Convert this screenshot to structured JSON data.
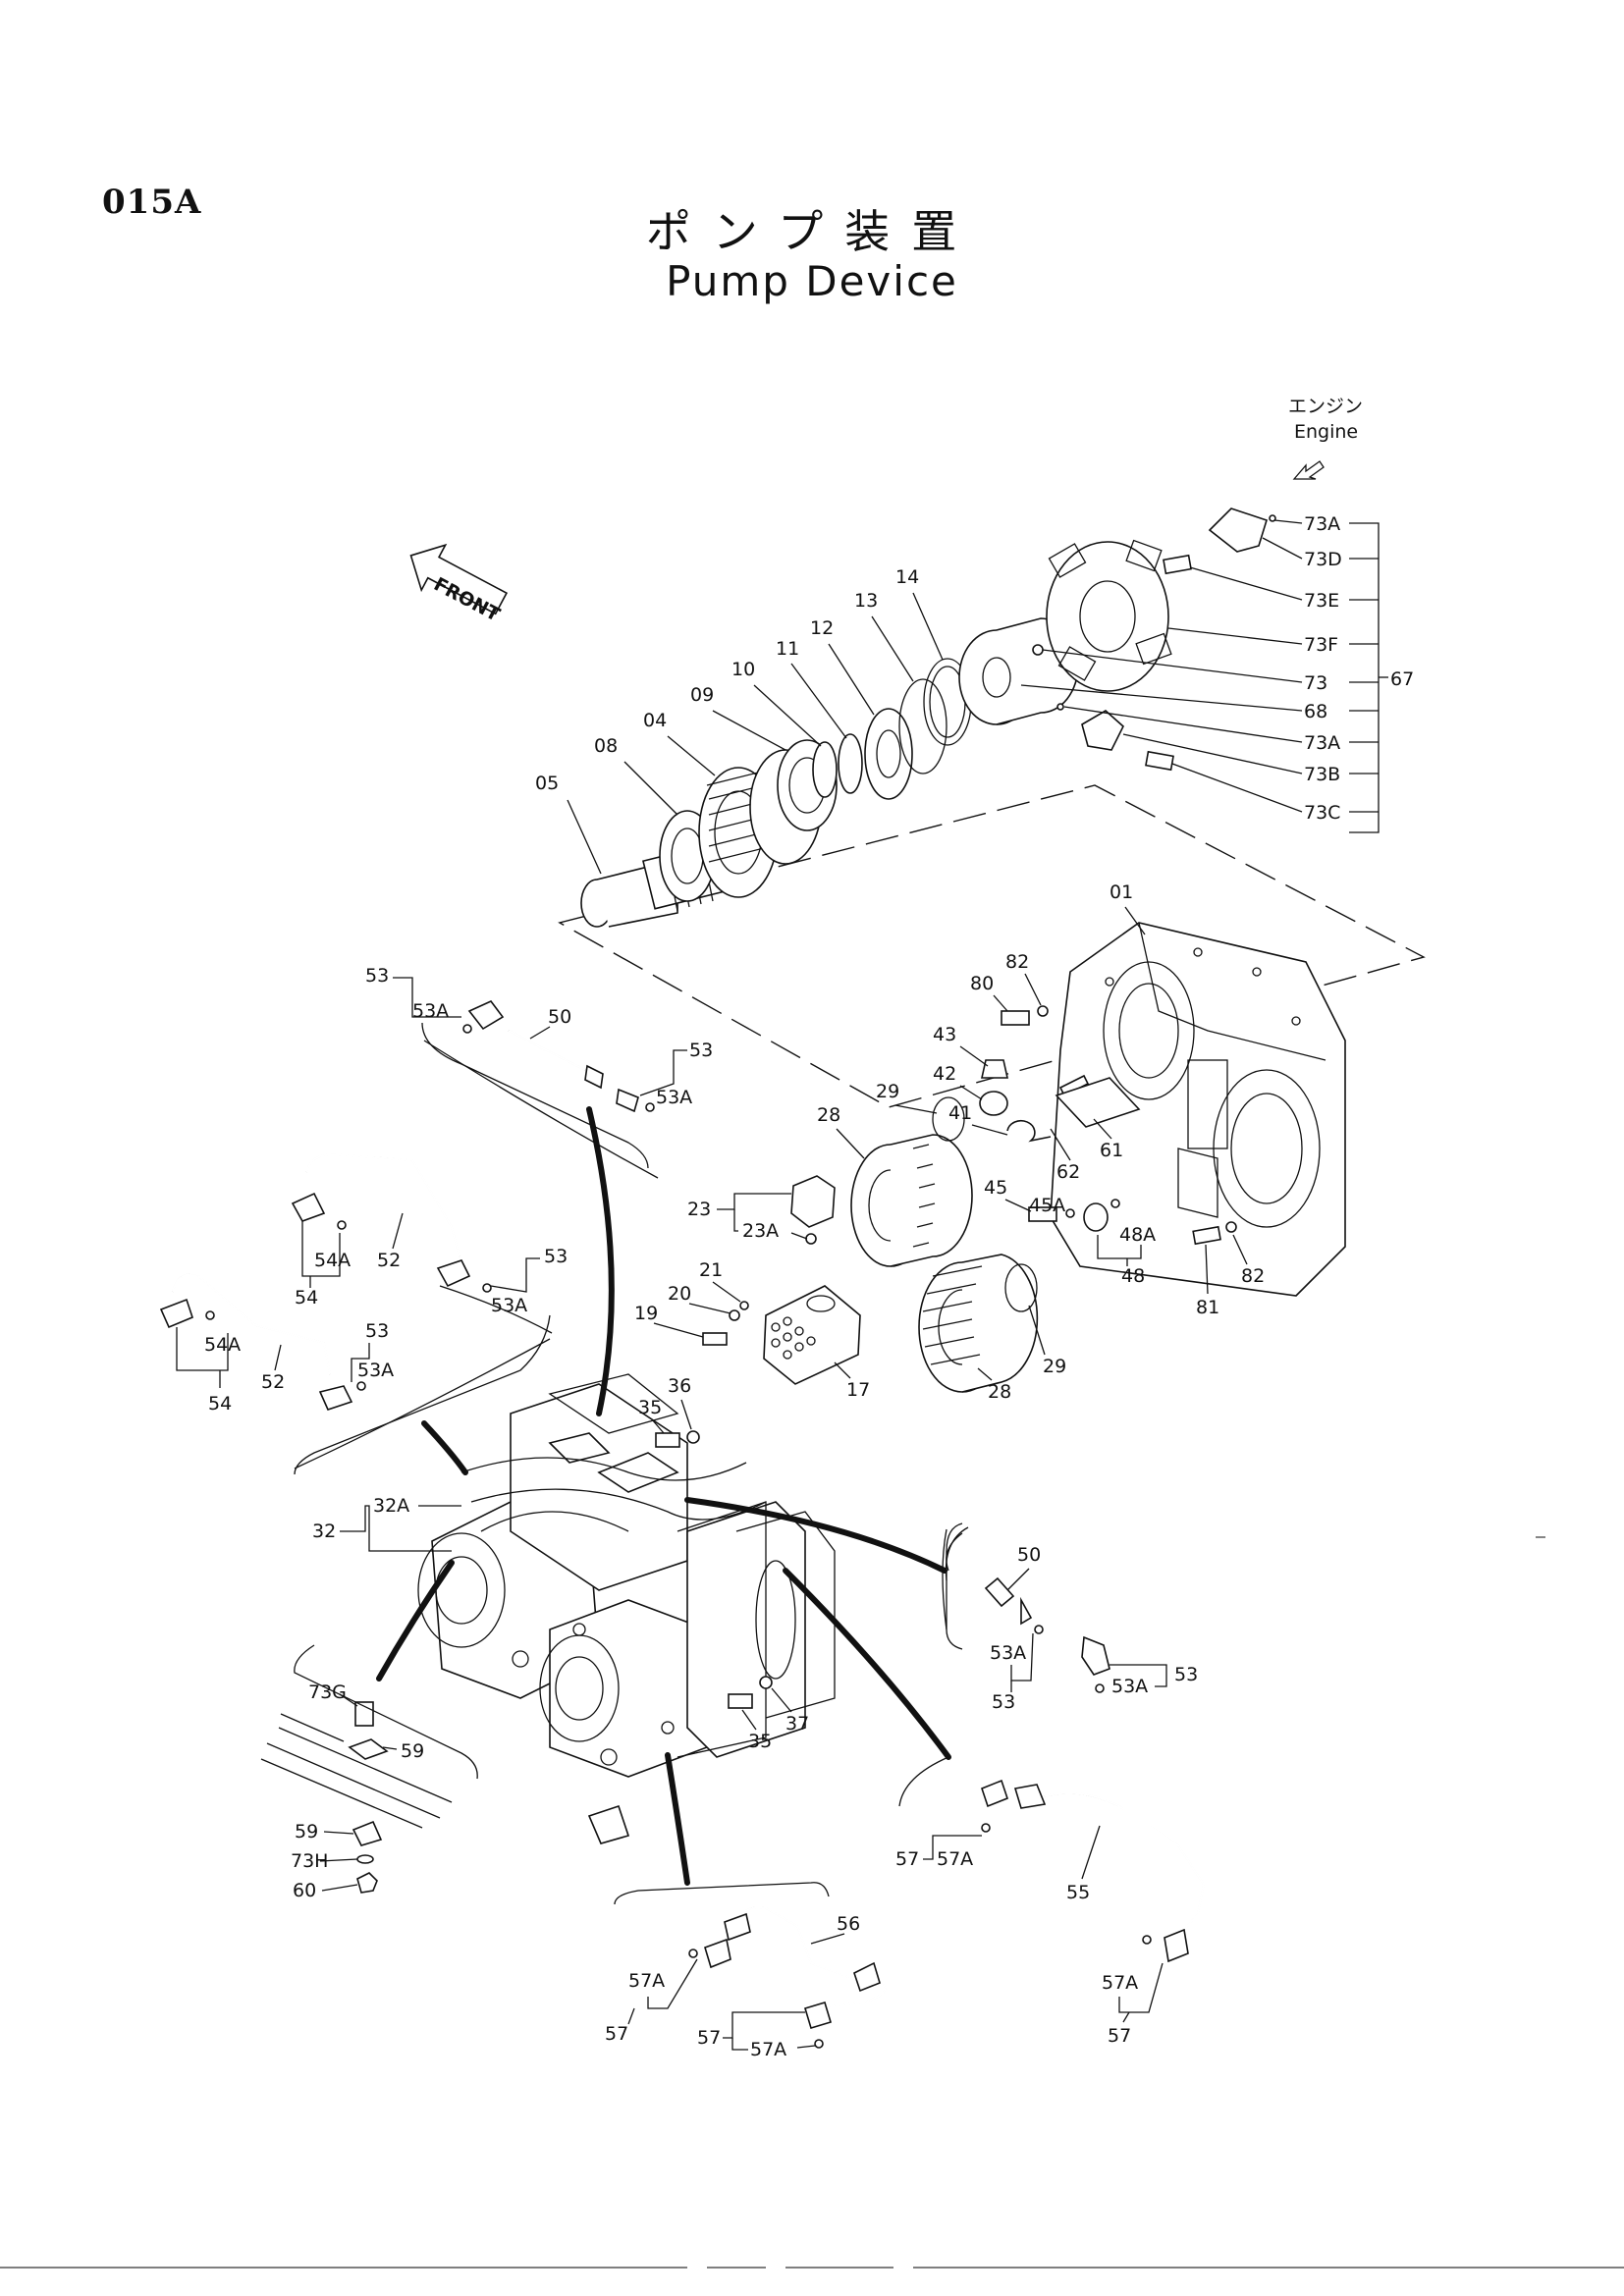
{
  "header": {
    "page_code": "015A",
    "title_jp": "ポンプ装置",
    "title_en": "Pump Device"
  },
  "markers": {
    "engine_jp": "エンジン",
    "engine_en": "Engine",
    "front": "FRONT"
  },
  "part_labels": [
    "01",
    "04",
    "05",
    "08",
    "09",
    "10",
    "11",
    "12",
    "13",
    "14",
    "17",
    "19",
    "20",
    "21",
    "23",
    "23A",
    "28",
    "29",
    "32",
    "32A",
    "35",
    "36",
    "37",
    "41",
    "42",
    "43",
    "45",
    "45A",
    "48",
    "48A",
    "50",
    "52",
    "53",
    "53A",
    "54",
    "54A",
    "55",
    "56",
    "57",
    "57A",
    "59",
    "60",
    "61",
    "62",
    "67",
    "68",
    "73",
    "73A",
    "73B",
    "73C",
    "73D",
    "73E",
    "73F",
    "73G",
    "73H",
    "80",
    "81",
    "82"
  ]
}
